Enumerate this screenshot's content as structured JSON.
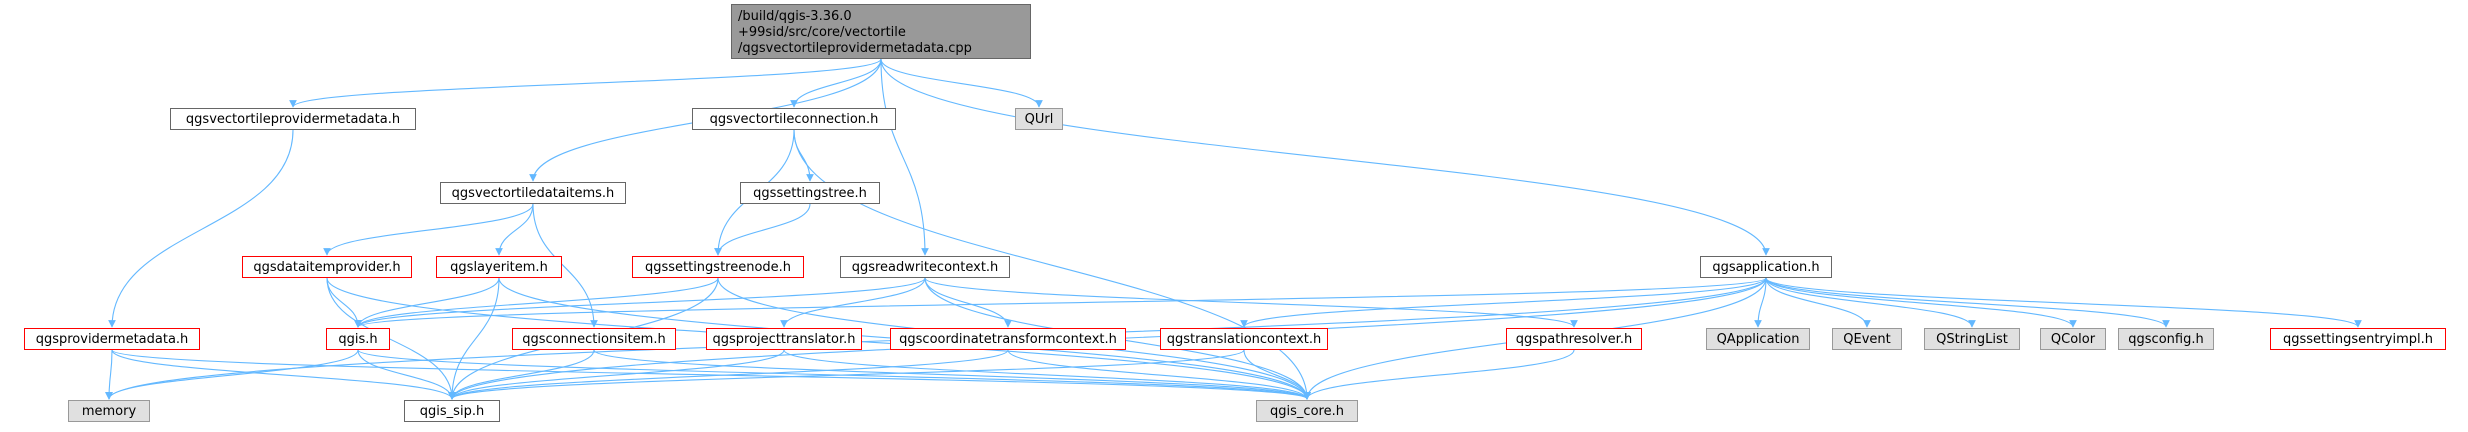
{
  "diagram": {
    "title": "",
    "root": {
      "lines": [
        "/build/qgis-3.36.0",
        "+99sid/src/core/vectortile",
        "/qgsvectortileprovidermetadata.cpp"
      ]
    },
    "nodes": {
      "qurl": "QUrl",
      "vtpm_h": "qgsvectortileprovidermetadata.h",
      "vtconn_h": "qgsvectortileconnection.h",
      "settingstree_h": "qgssettingstree.h",
      "vtdataitems_h": "qgsvectortiledataitems.h",
      "dataitemprovider_h": "qgsdataitemprovider.h",
      "layeritem_h": "qgslayeritem.h",
      "settingstreenode_h": "qgssettingstreenode.h",
      "readwritecontext_h": "qgsreadwritecontext.h",
      "application_h": "qgsapplication.h",
      "providermetadata_h": "qgsprovidermetadata.h",
      "qgis_h": "qgis.h",
      "connectionsitem_h": "qgsconnectionsitem.h",
      "projecttranslator_h": "qgsprojecttranslator.h",
      "coordtransformctx_h": "qgscoordinatetransformcontext.h",
      "translationcontext_h": "qgstranslationcontext.h",
      "pathresolver_h": "qgspathresolver.h",
      "qapplication": "QApplication",
      "qevent": "QEvent",
      "qstringlist": "QStringList",
      "qcolor": "QColor",
      "qgsconfig_h": "qgsconfig.h",
      "settingsentryimpl_h": "qgssettingsentryimpl.h",
      "memory": "memory",
      "qgis_sip_h": "qgis_sip.h",
      "qgis_core_h": "qgis_core.h"
    },
    "edges": [
      [
        "root",
        "vtpm_h"
      ],
      [
        "root",
        "vtdataitems_h"
      ],
      [
        "root",
        "vtconn_h"
      ],
      [
        "root",
        "qurl"
      ],
      [
        "root",
        "readwritecontext_h"
      ],
      [
        "root",
        "application_h"
      ],
      [
        "vtpm_h",
        "providermetadata_h"
      ],
      [
        "vtconn_h",
        "settingstree_h"
      ],
      [
        "vtconn_h",
        "settingstreenode_h"
      ],
      [
        "vtconn_h",
        "qgis_core_h"
      ],
      [
        "settingstree_h",
        "settingstreenode_h"
      ],
      [
        "vtdataitems_h",
        "dataitemprovider_h"
      ],
      [
        "vtdataitems_h",
        "layeritem_h"
      ],
      [
        "vtdataitems_h",
        "connectionsitem_h"
      ],
      [
        "dataitemprovider_h",
        "qgis_h"
      ],
      [
        "dataitemprovider_h",
        "qgis_sip_h"
      ],
      [
        "dataitemprovider_h",
        "qgis_core_h"
      ],
      [
        "layeritem_h",
        "qgis_h"
      ],
      [
        "layeritem_h",
        "qgis_sip_h"
      ],
      [
        "layeritem_h",
        "qgis_core_h"
      ],
      [
        "settingstreenode_h",
        "qgis_h"
      ],
      [
        "settingstreenode_h",
        "qgis_sip_h"
      ],
      [
        "settingstreenode_h",
        "qgis_core_h"
      ],
      [
        "readwritecontext_h",
        "qgis_h"
      ],
      [
        "readwritecontext_h",
        "projecttranslator_h"
      ],
      [
        "readwritecontext_h",
        "coordtransformctx_h"
      ],
      [
        "readwritecontext_h",
        "pathresolver_h"
      ],
      [
        "readwritecontext_h",
        "qgis_core_h"
      ],
      [
        "application_h",
        "memory"
      ],
      [
        "application_h",
        "qgis_h"
      ],
      [
        "application_h",
        "translationcontext_h"
      ],
      [
        "application_h",
        "qapplication"
      ],
      [
        "application_h",
        "qevent"
      ],
      [
        "application_h",
        "qstringlist"
      ],
      [
        "application_h",
        "qcolor"
      ],
      [
        "application_h",
        "qgsconfig_h"
      ],
      [
        "application_h",
        "settingsentryimpl_h"
      ],
      [
        "application_h",
        "qgis_sip_h"
      ],
      [
        "application_h",
        "qgis_core_h"
      ],
      [
        "providermetadata_h",
        "memory"
      ],
      [
        "providermetadata_h",
        "qgis_sip_h"
      ],
      [
        "providermetadata_h",
        "qgis_core_h"
      ],
      [
        "qgis_h",
        "memory"
      ],
      [
        "qgis_h",
        "qgis_sip_h"
      ],
      [
        "qgis_h",
        "qgis_core_h"
      ],
      [
        "connectionsitem_h",
        "qgis_sip_h"
      ],
      [
        "connectionsitem_h",
        "qgis_core_h"
      ],
      [
        "projecttranslator_h",
        "qgis_sip_h"
      ],
      [
        "projecttranslator_h",
        "qgis_core_h"
      ],
      [
        "coordtransformctx_h",
        "qgis_sip_h"
      ],
      [
        "coordtransformctx_h",
        "qgis_core_h"
      ],
      [
        "translationcontext_h",
        "qgis_sip_h"
      ],
      [
        "translationcontext_h",
        "qgis_core_h"
      ],
      [
        "pathresolver_h",
        "qgis_core_h"
      ]
    ],
    "colors": {
      "edge": "#63b8ff",
      "border": "#666666",
      "incomplete_border": "#ff0000",
      "external_fill": "#e0e0e0",
      "root_fill": "#999999"
    }
  }
}
